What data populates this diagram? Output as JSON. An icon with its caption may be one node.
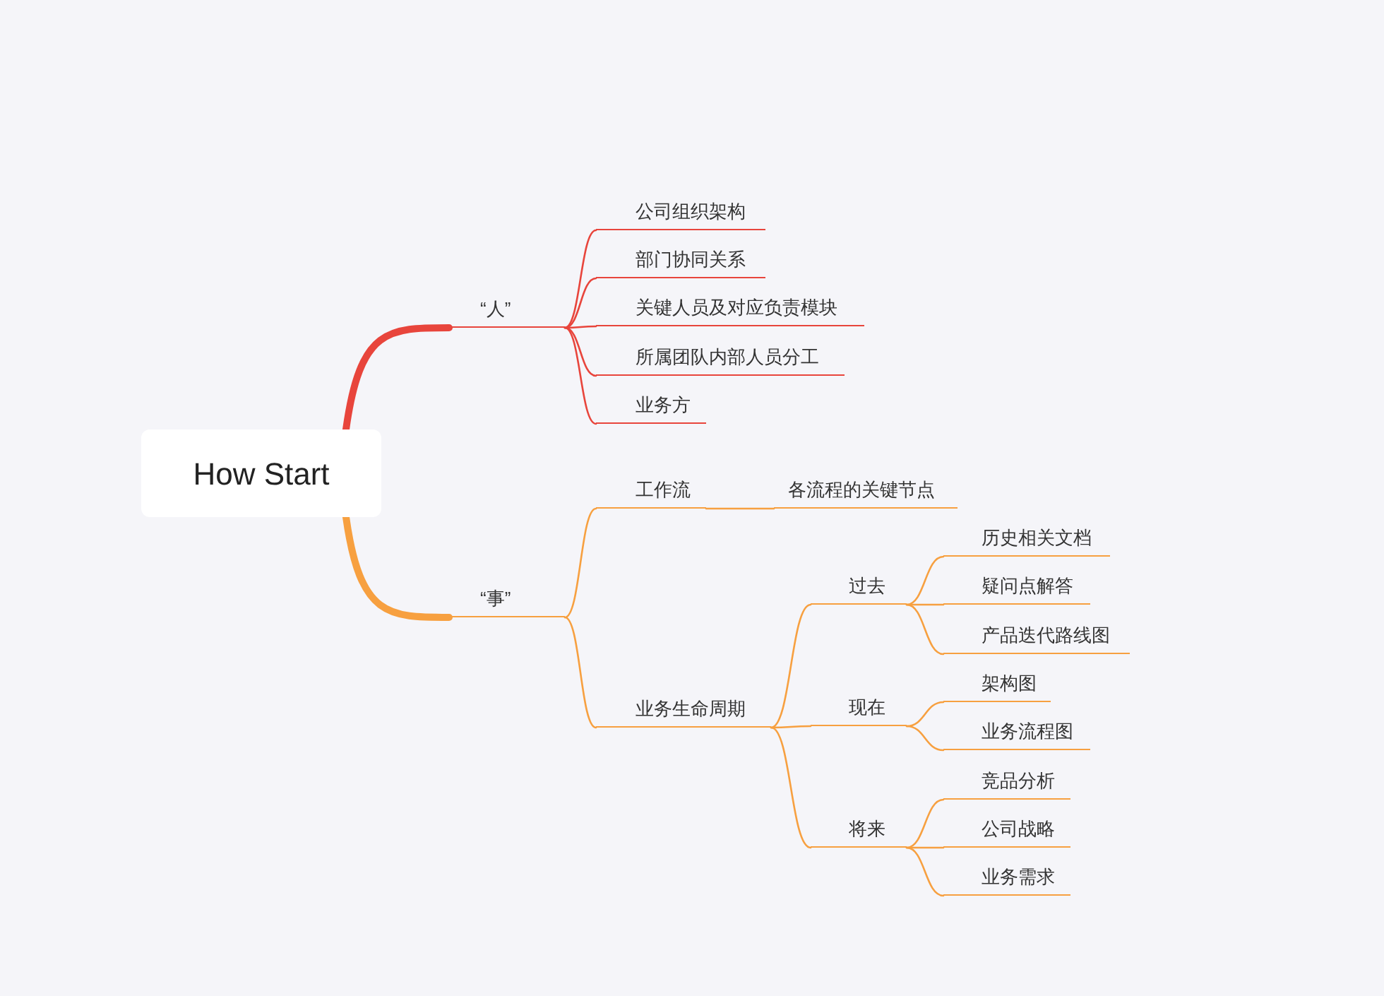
{
  "diagram": {
    "nodes": [
      {
        "text": [
          "How Start"
        ]
      },
      {
        "text": [
          "“人”"
        ]
      },
      {
        "text": [
          "公司组织架构"
        ]
      },
      {
        "text": [
          "部门协同关系"
        ]
      },
      {
        "text": [
          "关键人员及对应负责模块"
        ]
      },
      {
        "text": [
          "所属团队内部人员分工"
        ]
      },
      {
        "text": [
          "业务方"
        ]
      },
      {
        "text": [
          "“事”"
        ]
      },
      {
        "text": [
          "工作流"
        ]
      },
      {
        "text": [
          "各流程的关键节点"
        ]
      },
      {
        "text": [
          "业务生命周期"
        ]
      },
      {
        "text": [
          "过去"
        ]
      },
      {
        "text": [
          "历史相关文档"
        ]
      },
      {
        "text": [
          "疑问点解答"
        ]
      },
      {
        "text": [
          "产品迭代路线图"
        ]
      },
      {
        "text": [
          "现在"
        ]
      },
      {
        "text": [
          "架构图"
        ]
      },
      {
        "text": [
          "业务流程图"
        ]
      },
      {
        "text": [
          "将来"
        ]
      },
      {
        "text": [
          "竞品分析"
        ]
      },
      {
        "text": [
          "公司战略"
        ]
      },
      {
        "text": [
          "业务需求"
        ]
      }
    ],
    "edges": [
      {
        "from": 0,
        "to": 1,
        "arrow": "none",
        "style": "thick",
        "color": "#e8453c"
      },
      {
        "from": 1,
        "to": 2,
        "arrow": "none",
        "color": "#e8453c"
      },
      {
        "from": 1,
        "to": 3,
        "arrow": "none",
        "color": "#e8453c"
      },
      {
        "from": 1,
        "to": 4,
        "arrow": "none",
        "color": "#e8453c"
      },
      {
        "from": 1,
        "to": 5,
        "arrow": "none",
        "color": "#e8453c"
      },
      {
        "from": 1,
        "to": 6,
        "arrow": "none",
        "color": "#e8453c"
      },
      {
        "from": 0,
        "to": 7,
        "arrow": "none",
        "style": "thick"
      },
      {
        "from": 7,
        "to": 8,
        "arrow": "none"
      },
      {
        "from": 8,
        "to": 9,
        "arrow": "none"
      },
      {
        "from": 7,
        "to": 10,
        "arrow": "none"
      },
      {
        "from": 10,
        "to": 11,
        "arrow": "none"
      },
      {
        "from": 10,
        "to": 15,
        "arrow": "none"
      },
      {
        "from": 10,
        "to": 18,
        "arrow": "none"
      },
      {
        "from": 11,
        "to": 12,
        "arrow": "none"
      },
      {
        "from": 11,
        "to": 13,
        "arrow": "none"
      },
      {
        "from": 11,
        "to": 14,
        "arrow": "none"
      },
      {
        "from": 15,
        "to": 16,
        "arrow": "none"
      },
      {
        "from": 15,
        "to": 17,
        "arrow": "none"
      },
      {
        "from": 18,
        "to": 19,
        "arrow": "none"
      },
      {
        "from": 18,
        "to": 20,
        "arrow": "none"
      },
      {
        "from": 18,
        "to": 21,
        "arrow": "none"
      }
    ]
  }
}
